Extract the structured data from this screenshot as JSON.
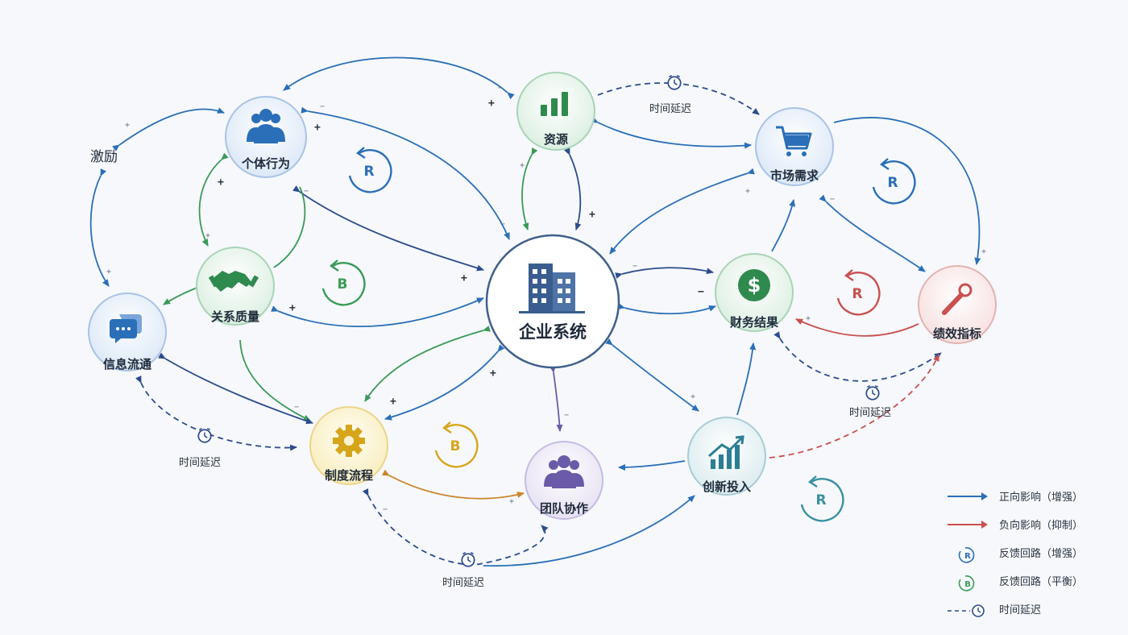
{
  "nodes": {
    "center": "企业系统",
    "individual": "个体行为",
    "resources": "资源",
    "market": "市场需求",
    "relation": "关系质量",
    "information": "信息流通",
    "finance": "财务结果",
    "performance": "绩效指标",
    "institution": "制度流程",
    "team": "团队协作",
    "innovation": "创新投入"
  },
  "free_labels": {
    "incentive": "激励"
  },
  "delay_label": "时间延迟",
  "loops": {
    "reinforcing": "R",
    "balancing": "B"
  },
  "signs": {
    "plus": "+",
    "minus": "−"
  },
  "legend": {
    "positive": "正向影响（增强）",
    "negative": "负向影响（抑制）",
    "reinforcing_loop": "反馈回路（增强）",
    "balancing_loop": "反馈回路（平衡）",
    "time_delay": "时间延迟"
  },
  "colors": {
    "blue": "#2a6fb7",
    "red": "#c8504f",
    "green": "#3a9a58",
    "teal": "#3a8fa0",
    "purple": "#6a5aa8",
    "gold": "#d7a51a",
    "dark_blue": "#2b4c8c"
  }
}
